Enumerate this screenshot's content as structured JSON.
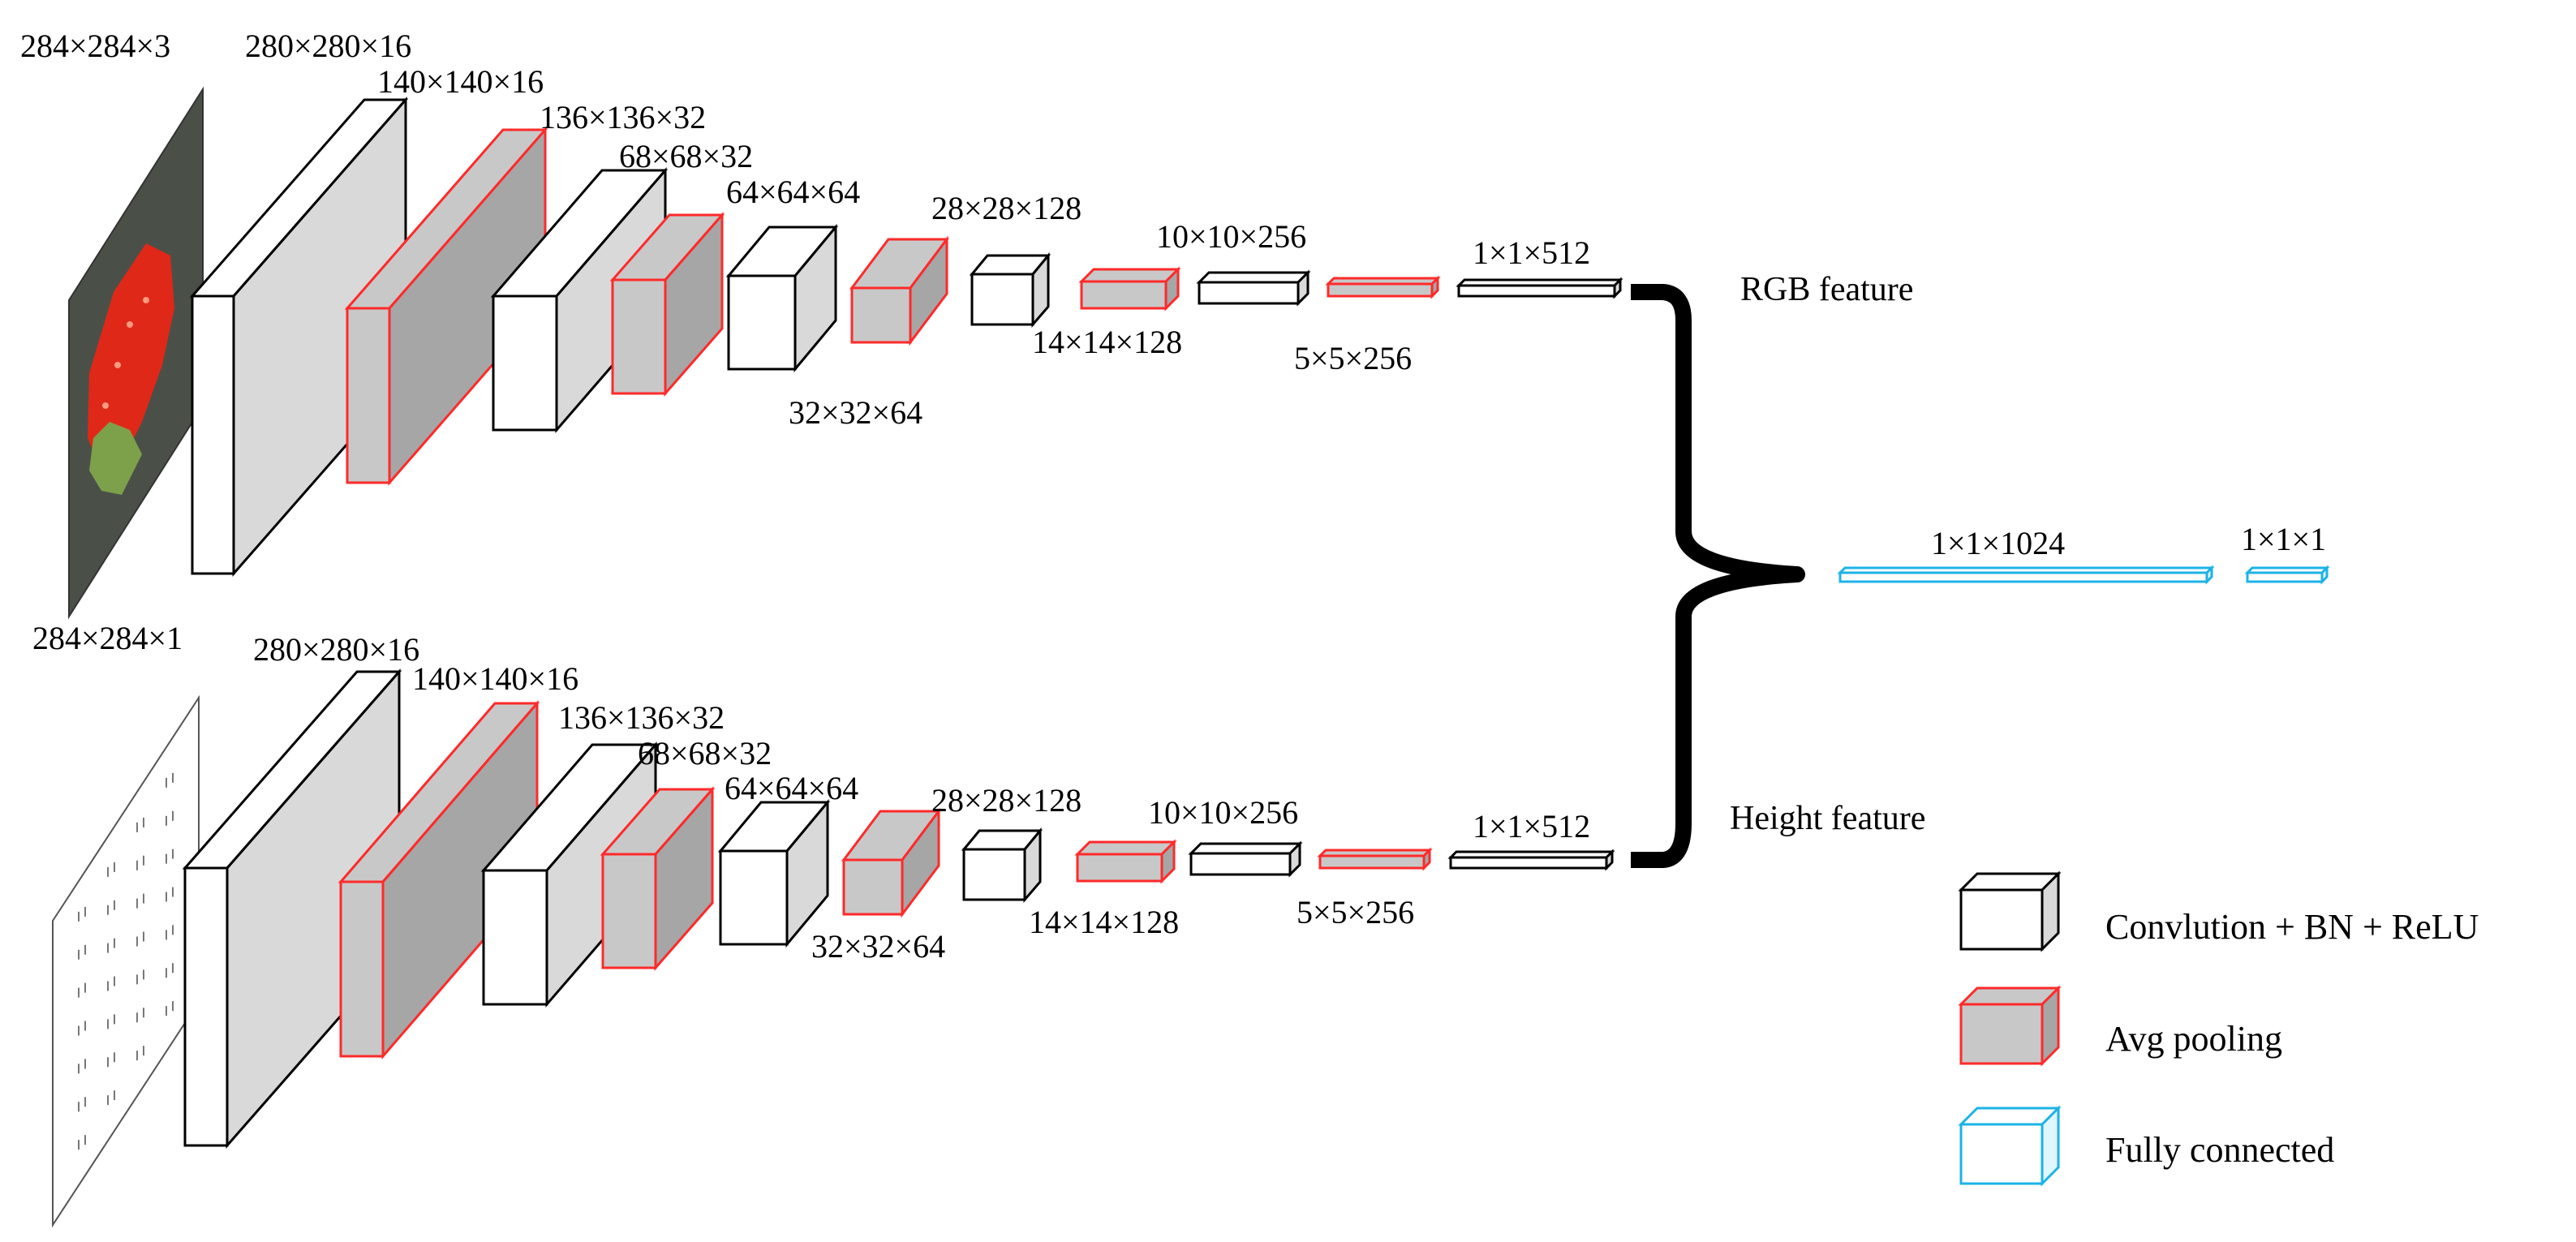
{
  "rgb_branch": {
    "input_label": "284×284×3",
    "layers": [
      {
        "kind": "conv",
        "label": "280×280×16"
      },
      {
        "kind": "pool",
        "label": "140×140×16"
      },
      {
        "kind": "conv",
        "label": "136×136×32"
      },
      {
        "kind": "pool",
        "label": "68×68×32"
      },
      {
        "kind": "conv",
        "label": "64×64×64"
      },
      {
        "kind": "pool",
        "label": "32×32×64"
      },
      {
        "kind": "conv",
        "label": "28×28×128"
      },
      {
        "kind": "pool",
        "label": "14×14×128"
      },
      {
        "kind": "conv",
        "label": "10×10×256"
      },
      {
        "kind": "pool",
        "label": "5×5×256"
      },
      {
        "kind": "conv",
        "label": "1×1×512"
      }
    ],
    "feature_label": "RGB feature"
  },
  "height_branch": {
    "input_label": "284×284×1",
    "layers": [
      {
        "kind": "conv",
        "label": "280×280×16"
      },
      {
        "kind": "pool",
        "label": "140×140×16"
      },
      {
        "kind": "conv",
        "label": "136×136×32"
      },
      {
        "kind": "pool",
        "label": "68×68×32"
      },
      {
        "kind": "conv",
        "label": "64×64×64"
      },
      {
        "kind": "pool",
        "label": "32×32×64"
      },
      {
        "kind": "conv",
        "label": "28×28×128"
      },
      {
        "kind": "pool",
        "label": "14×14×128"
      },
      {
        "kind": "conv",
        "label": "10×10×256"
      },
      {
        "kind": "pool",
        "label": "5×5×256"
      },
      {
        "kind": "conv",
        "label": "1×1×512"
      }
    ],
    "feature_label": "Height feature"
  },
  "fully_connected": [
    {
      "label": "1×1×1024"
    },
    {
      "label": "1×1×1"
    }
  ],
  "legend": [
    {
      "kind": "conv",
      "label": "Convlution + BN + ReLU"
    },
    {
      "kind": "pool",
      "label": "Avg pooling"
    },
    {
      "kind": "fc",
      "label": "Fully connected"
    }
  ],
  "colors": {
    "conv_edge": "#000000",
    "conv_front": "#ffffff",
    "conv_side": "#d9d9d9",
    "pool_edge": "#ff2a2a",
    "pool_front": "#c8c8c8",
    "pool_side": "#a6a6a6",
    "fc_edge": "#1cb3e6",
    "fc_front": "#ffffff",
    "fc_side": "#dff6fd",
    "photo_bg": "#4a5048",
    "strawberry": "#e02818"
  }
}
